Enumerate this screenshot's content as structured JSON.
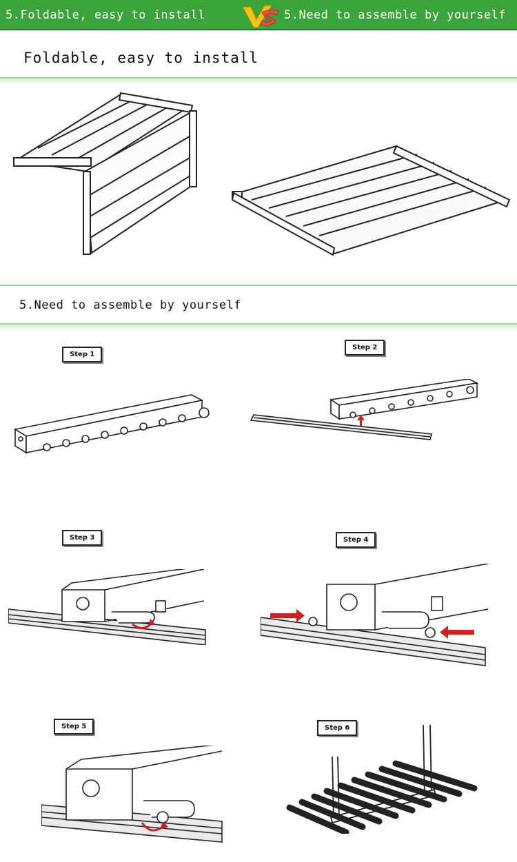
{
  "banner": {
    "left_text": "5.Foldable, easy to install",
    "right_text": "5.Need to assemble by yourself",
    "vs_logo_text": "VS",
    "color": "#3aa43a"
  },
  "section1": {
    "title": "Foldable, easy to install"
  },
  "section2": {
    "title": "5.Need to assemble by yourself"
  },
  "steps": [
    {
      "label": "Step 1"
    },
    {
      "label": "Step 2"
    },
    {
      "label": "Step 3"
    },
    {
      "label": "Step 4"
    },
    {
      "label": "Step 5"
    },
    {
      "label": "Step 6"
    }
  ],
  "colors": {
    "arrow": "#cc2222",
    "line": "#222222",
    "accent_green": "#9ed49e"
  }
}
